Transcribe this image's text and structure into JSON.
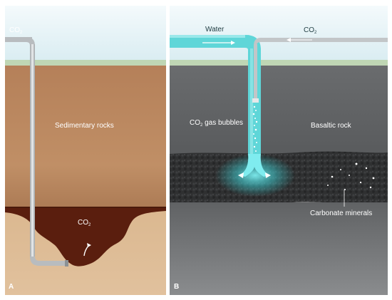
{
  "panel_a": {
    "letter": "A",
    "inlet_label": {
      "main": "CO",
      "sub": "2"
    },
    "layer_label": "Sedimentary rocks",
    "plume_label": {
      "main": "CO",
      "sub": "2"
    }
  },
  "panel_b": {
    "letter": "B",
    "water_label": "Water",
    "inlet_label": {
      "main": "CO",
      "sub": "2"
    },
    "bubbles_label": {
      "main": "CO",
      "sub": "2",
      "rest": " gas bubbles"
    },
    "layer_label": "Basaltic rock",
    "minerals_label": "Carbonate minerals"
  },
  "colors": {
    "sky": "#e4f1f5",
    "sediment_top": "#b07a52",
    "sediment_bottom": "#d9b68f",
    "co2_plume": "#5a1e0e",
    "basalt": "#686a6c",
    "basalt_band": "#2e2f30",
    "water": "#5fd6d8",
    "pipe": "#c9ccce"
  }
}
